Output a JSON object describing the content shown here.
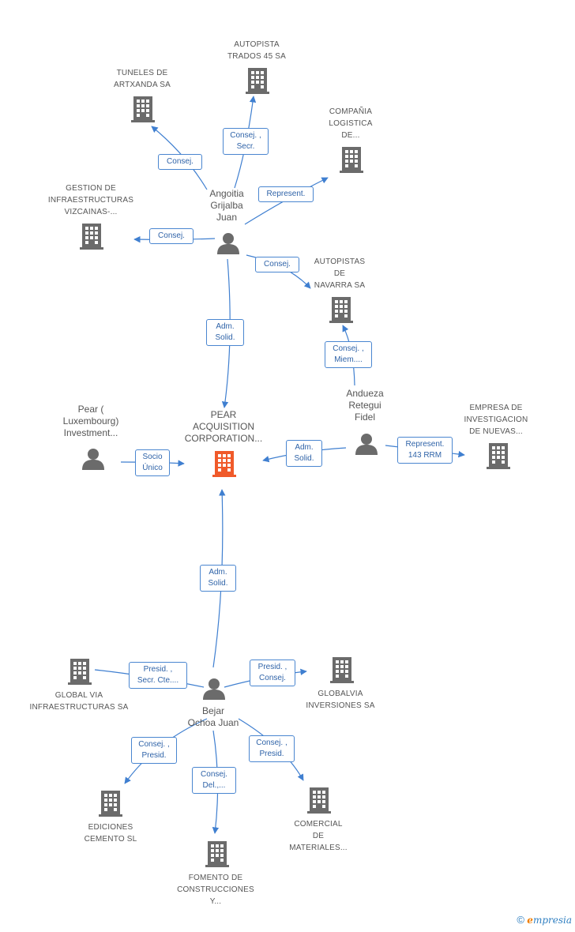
{
  "colors": {
    "edge": "#3f7fd0",
    "company": "#6b6b6b",
    "center": "#f05a2a",
    "person": "#6b6b6b"
  },
  "nodes": {
    "autopista_trados": "AUTOPISTA\nTRADOS 45 SA",
    "tuneles_artxanda": "TUNELES DE\nARTXANDA SA",
    "compania_logistica": "COMPAÑIA\nLOGISTICA\nDE...",
    "gestion_infra": "GESTION DE\nINFRAESTRUCTURAS\nVIZCAINAS-...",
    "angoitia": "Angoitia\nGrijalba\nJuan",
    "autopistas_navarra": "AUTOPISTAS\nDE\nNAVARRA SA",
    "pear_luxembourg": "Pear (\nLuxembourg)\nInvestment...",
    "pear_acquisition": "PEAR\nACQUISITION\nCORPORATION...",
    "andueza": "Andueza\nRetegui\nFidel",
    "empresa_investigacion": "EMPRESA DE\nINVESTIGACION\nDE NUEVAS...",
    "global_via": "GLOBAL VIA\nINFRAESTRUCTURAS SA",
    "globalvia_inversiones": "GLOBALVIA\nINVERSIONES SA",
    "bejar": "Bejar\nOchoa Juan",
    "ediciones_cemento": "EDICIONES\nCEMENTO SL",
    "comercial_materiales": "COMERCIAL\nDE\nMATERIALES...",
    "fomento_construcciones": "FOMENTO DE\nCONSTRUCCIONES\nY..."
  },
  "edges": {
    "consej_secr_trados": "Consej. ,\nSecr.",
    "consej_tuneles": "Consej.",
    "represent_logistica": "Represent.",
    "consej_gestion": "Consej.",
    "consej_navarra": "Consej.",
    "adm_solid_angoitia": "Adm.\nSolid.",
    "consej_miem_navarra": "Consej. ,\nMiem....",
    "socio_unico": "Socio\nÚnico",
    "adm_solid_andueza": "Adm.\nSolid.",
    "represent_143": "Represent.\n143 RRM",
    "adm_solid_bejar": "Adm.\nSolid.",
    "presid_secr_cte": "Presid. ,\nSecr. Cte....",
    "presid_consej_globalvia": "Presid. ,\nConsej.",
    "consej_presid_ediciones": "Consej. ,\nPresid.",
    "consej_del_fomento": "Consej.\nDel.,...",
    "consej_presid_comercial": "Consej. ,\nPresid."
  },
  "footer": {
    "copyright": "©",
    "brand_e": "e",
    "brand_rest": "mpresia"
  }
}
